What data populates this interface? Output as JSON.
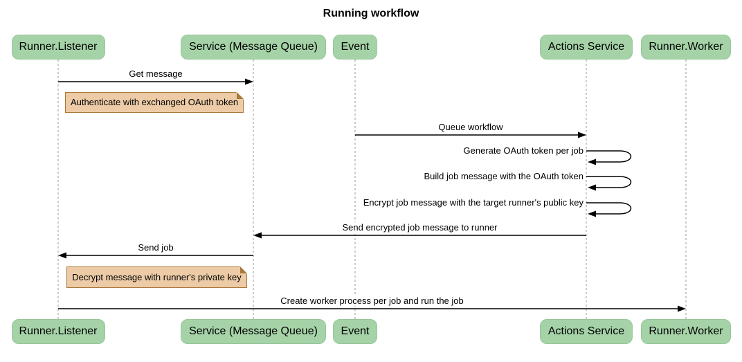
{
  "diagram": {
    "title": "Running workflow",
    "participants": [
      {
        "id": "runner-listener",
        "label": "Runner.Listener"
      },
      {
        "id": "service-message-queue",
        "label": "Service (Message Queue)"
      },
      {
        "id": "event",
        "label": "Event"
      },
      {
        "id": "actions-service",
        "label": "Actions Service"
      },
      {
        "id": "runner-worker",
        "label": "Runner.Worker"
      }
    ],
    "messages": [
      {
        "type": "arrow",
        "from": "runner-listener",
        "to": "service-message-queue",
        "label": "Get message"
      },
      {
        "type": "note",
        "over": "runner-listener",
        "label": "Authenticate with exchanged OAuth token"
      },
      {
        "type": "arrow",
        "from": "event",
        "to": "actions-service",
        "label": "Queue workflow"
      },
      {
        "type": "self",
        "on": "actions-service",
        "label": "Generate OAuth token per job"
      },
      {
        "type": "self",
        "on": "actions-service",
        "label": "Build job message with the OAuth token"
      },
      {
        "type": "self",
        "on": "actions-service",
        "label": "Encrypt job message with the target runner's public key"
      },
      {
        "type": "arrow",
        "from": "actions-service",
        "to": "service-message-queue",
        "label": "Send encrypted job message to runner"
      },
      {
        "type": "arrow",
        "from": "service-message-queue",
        "to": "runner-listener",
        "label": "Send job"
      },
      {
        "type": "note",
        "over": "runner-listener",
        "label": "Decrypt message with runner's private key"
      },
      {
        "type": "arrow",
        "from": "runner-listener",
        "to": "runner-worker",
        "label": "Create worker process per job and run the job"
      }
    ],
    "colors": {
      "background": "#ffffff",
      "participant_fill": "#a5d3a7",
      "participant_border": "#96c79a",
      "note_fill": "#eccba6",
      "note_border": "#a9783c",
      "lifeline": "#999999",
      "arrow": "#000000",
      "text": "#000000"
    }
  }
}
